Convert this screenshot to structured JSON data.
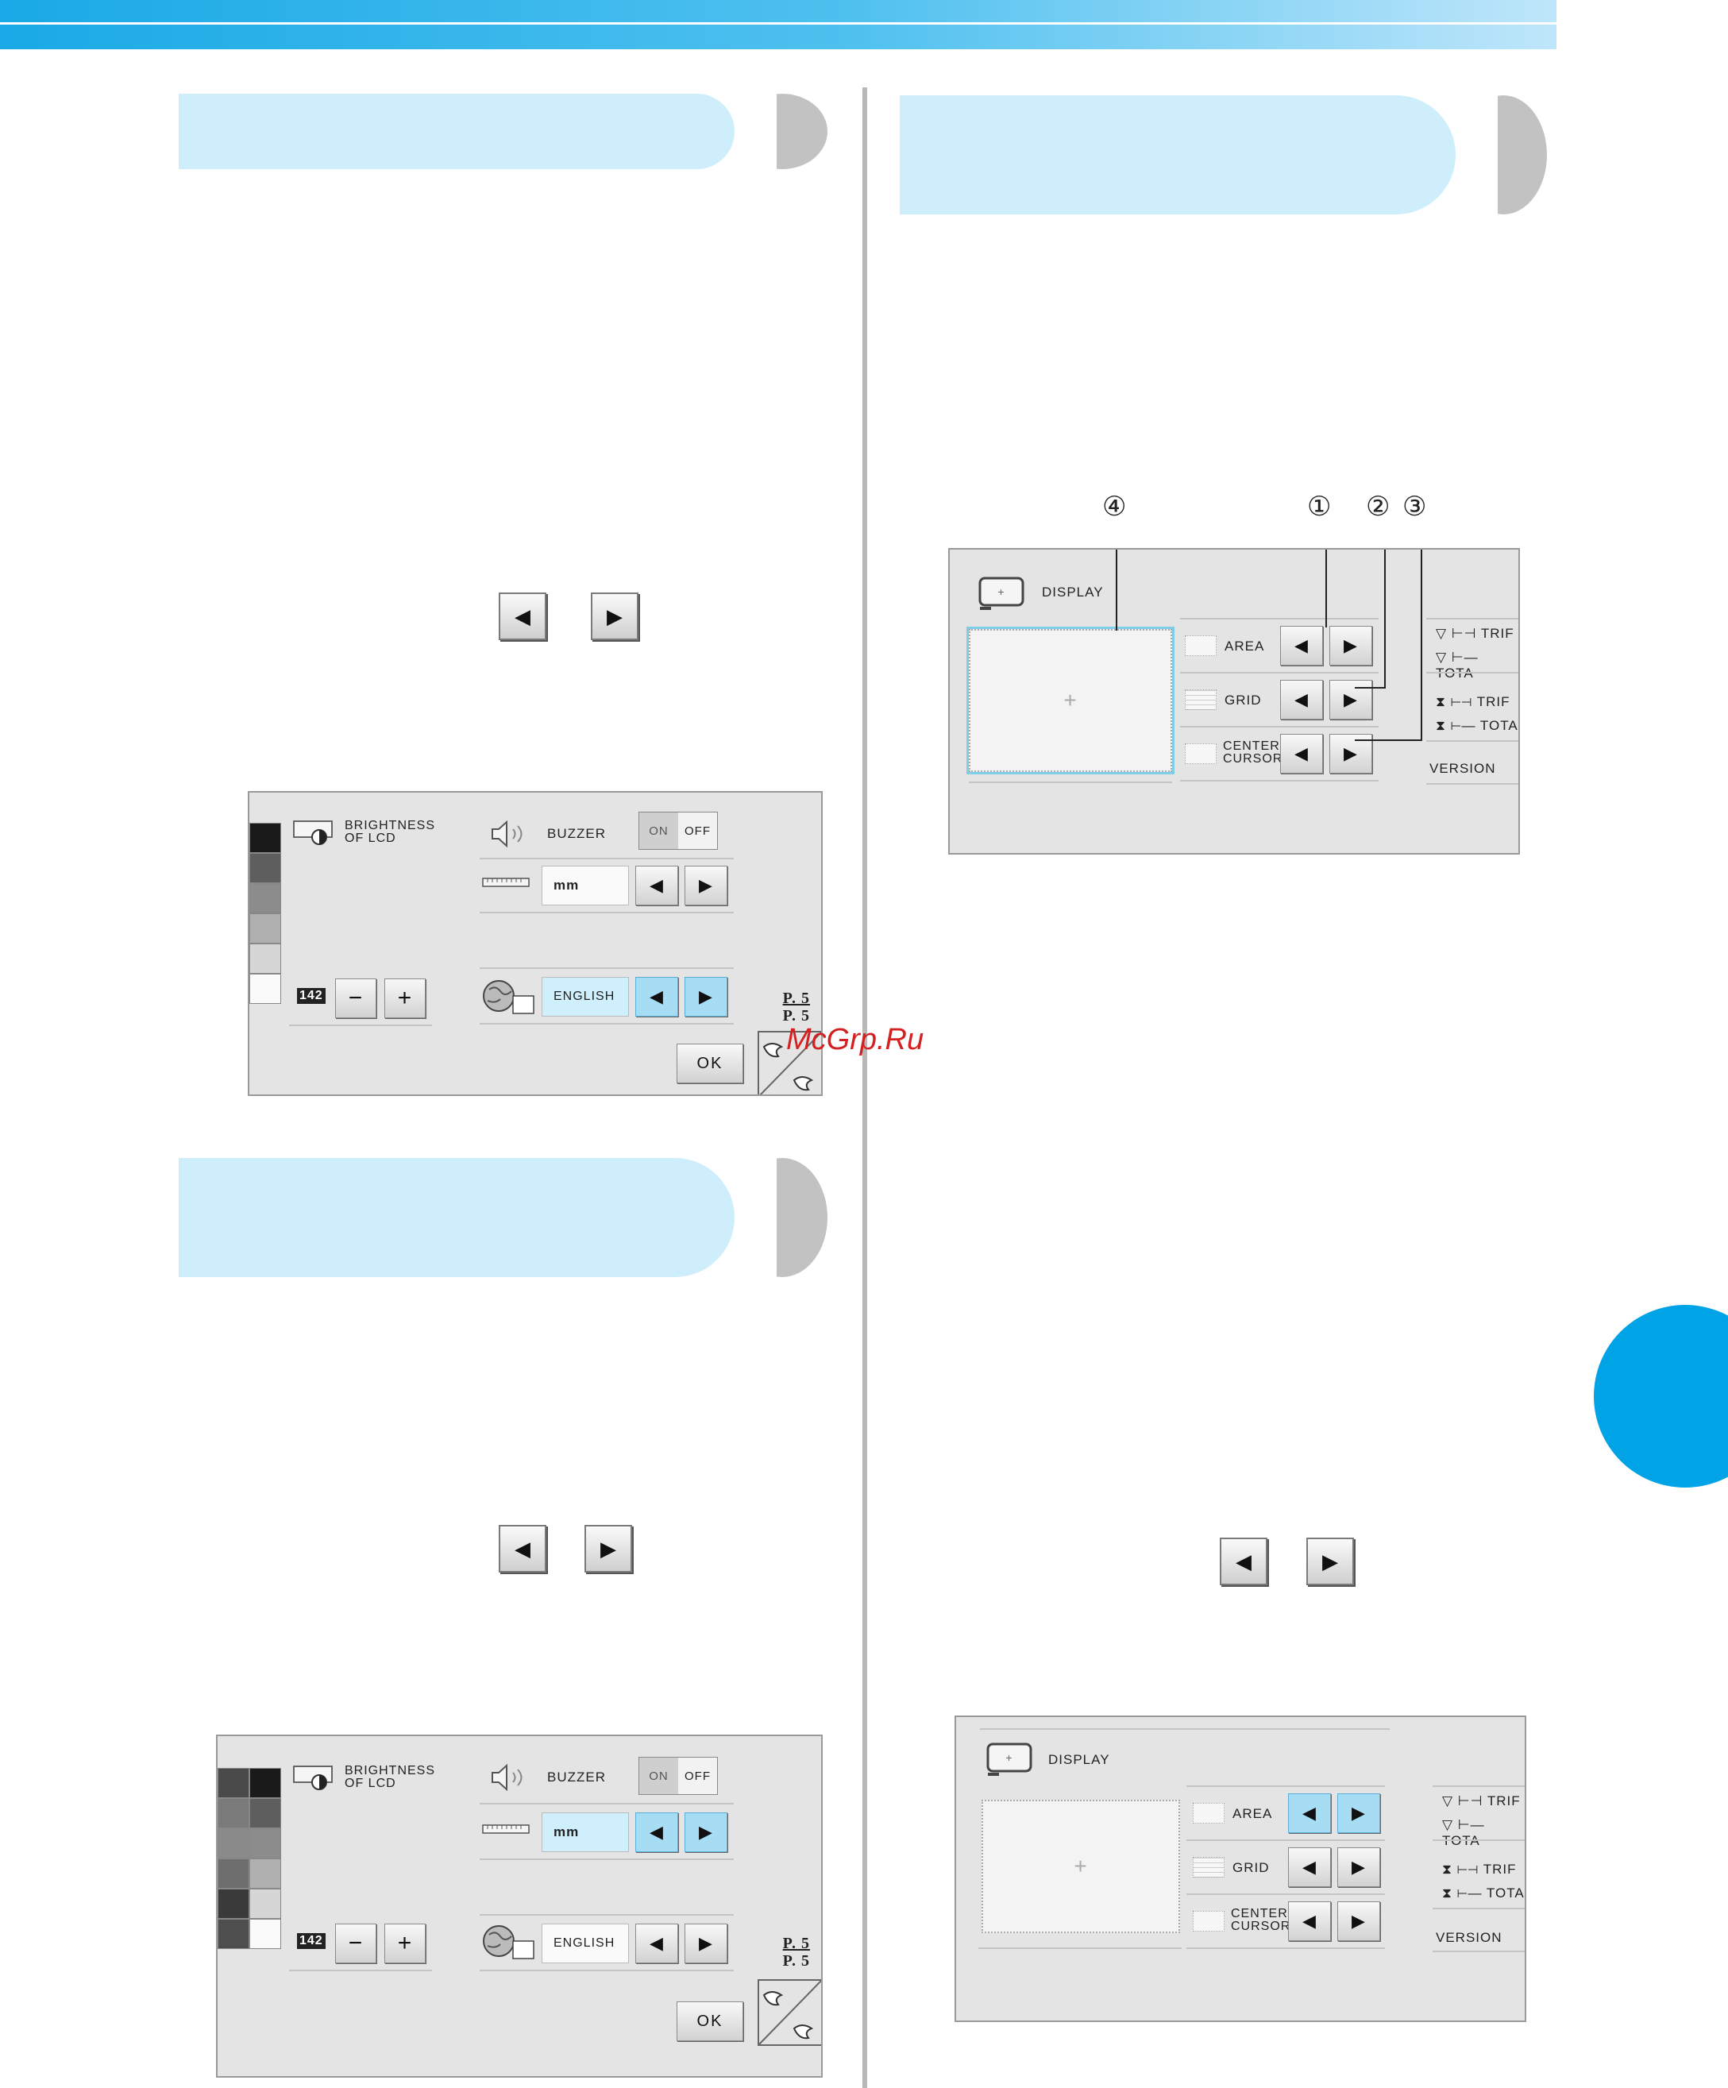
{
  "left_panel_1": {
    "brightness_label_1": "BRIGHTNESS",
    "brightness_label_2": "OF LCD",
    "buzzer_label": "BUZZER",
    "buzzer_on": "ON",
    "buzzer_off": "OFF",
    "unit_value": "mm",
    "language_value": "ENGLISH",
    "counter_value": "142",
    "minus": "−",
    "plus": "+",
    "page_top": "P. 5",
    "page_bottom": "P. 5",
    "ok_label": "OK"
  },
  "left_panel_2": {
    "brightness_label_1": "BRIGHTNESS",
    "brightness_label_2": "OF LCD",
    "buzzer_label": "BUZZER",
    "buzzer_on": "ON",
    "buzzer_off": "OFF",
    "unit_value": "mm",
    "language_value": "ENGLISH",
    "counter_value": "142",
    "minus": "−",
    "plus": "+",
    "page_top": "P. 5",
    "page_bottom": "P. 5",
    "ok_label": "OK"
  },
  "display_panel_1": {
    "title": "DISPLAY",
    "area_label": "AREA",
    "grid_label": "GRID",
    "center_label_1": "CENTER",
    "center_label_2": "CURSOR",
    "trip_1": "TRIF",
    "total_1": "TOTA",
    "trip_2": "TRIF",
    "total_2": "TOTA",
    "version_label": "VERSION",
    "callouts": [
      "④",
      "①",
      "②",
      "③"
    ]
  },
  "display_panel_2": {
    "title": "DISPLAY",
    "area_label": "AREA",
    "grid_label": "GRID",
    "center_label_1": "CENTER",
    "center_label_2": "CURSOR",
    "trip_1": "TRIF",
    "total_1": "TOTA",
    "trip_2": "TRIF",
    "total_2": "TOTA",
    "version_label": "VERSION"
  },
  "glyphs": {
    "left_arrow": "◀",
    "right_arrow": "▶"
  },
  "watermark": "McGrp.Ru",
  "colors": {
    "accent_blue": "#00a3e6",
    "header_bar": "#cdeefa",
    "selected_button": "#a7dcf5"
  }
}
